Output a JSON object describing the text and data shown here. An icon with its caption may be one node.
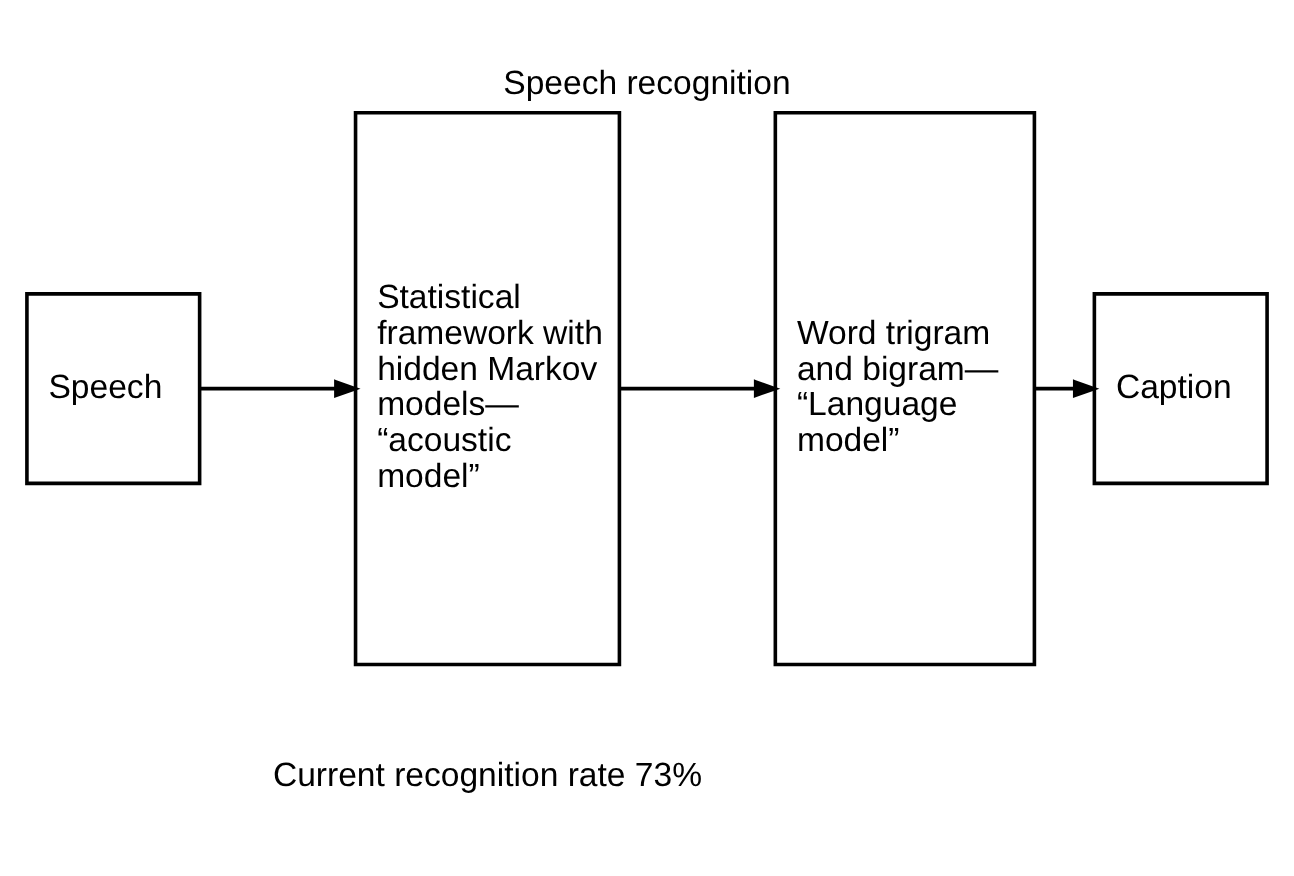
{
  "diagram": {
    "title": "Speech recognition",
    "caption": "Current recognition rate 73%",
    "nodes": [
      {
        "text": [
          "Speech"
        ]
      },
      {
        "text": [
          "Statistical framework with hidden Markov models— “acoustic model”"
        ]
      },
      {
        "text": [
          "Word trigram and bigram— “Language model”"
        ]
      },
      {
        "text": [
          "Caption"
        ]
      }
    ],
    "edges": [
      {
        "from": 0,
        "to": 1,
        "arrow": "to"
      },
      {
        "from": 1,
        "to": 2,
        "arrow": "to"
      },
      {
        "from": 2,
        "to": 3,
        "arrow": "to"
      }
    ]
  }
}
